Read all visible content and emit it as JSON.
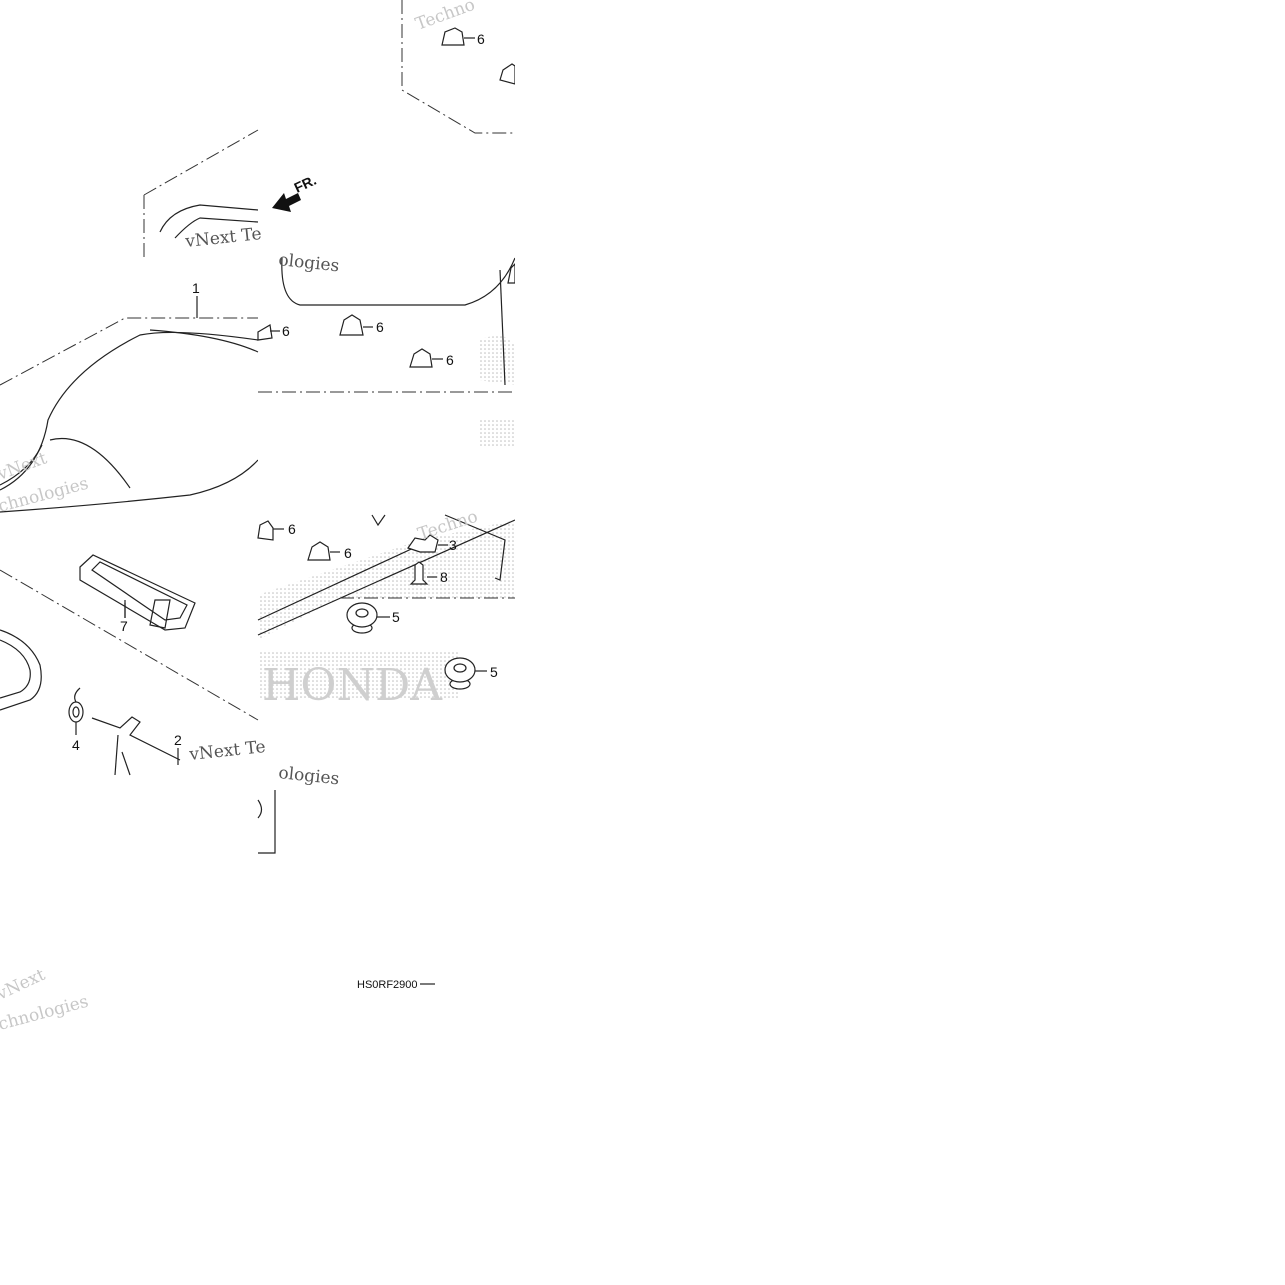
{
  "diagram": {
    "drawing_code": "HS0RF2900",
    "direction_label": "FR.",
    "watermark": {
      "line1": "vNext",
      "line2": "Technologies",
      "full": "vNext Technologies",
      "partial_a": "Techno",
      "partial_b": "chnologies",
      "partial_c": "ologies",
      "partial_d": "vNext Te",
      "brand": "HONDA"
    },
    "callouts": {
      "c1": "1",
      "c2": "2",
      "c3": "3",
      "c4": "4",
      "c5a": "5",
      "c5b": "5",
      "c6a": "6",
      "c6b": "6",
      "c6c": "6",
      "c6d": "6",
      "c6e": "6",
      "c6f": "6",
      "c7": "7",
      "c8": "8"
    }
  }
}
